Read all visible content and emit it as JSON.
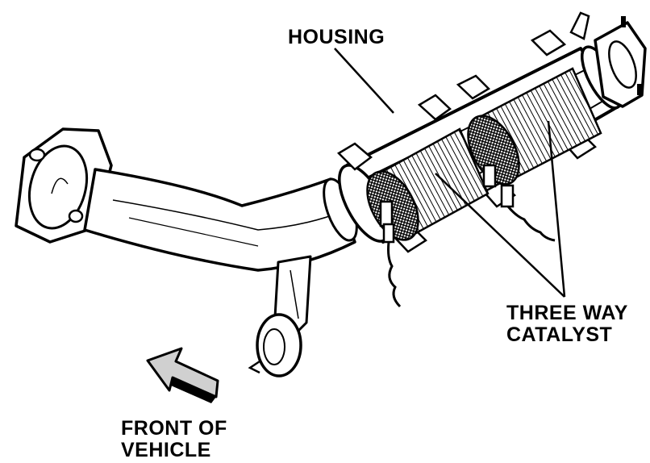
{
  "labels": {
    "housing": "HOUSING",
    "catalyst_line1": "THREE WAY",
    "catalyst_line2": "CATALYST",
    "front_line1": "FRONT OF",
    "front_line2": "VEHICLE"
  },
  "colors": {
    "ink": "#000000",
    "paper": "#ffffff",
    "shade": "#cfcfcf"
  },
  "icons": [
    "direction-arrow-icon"
  ]
}
